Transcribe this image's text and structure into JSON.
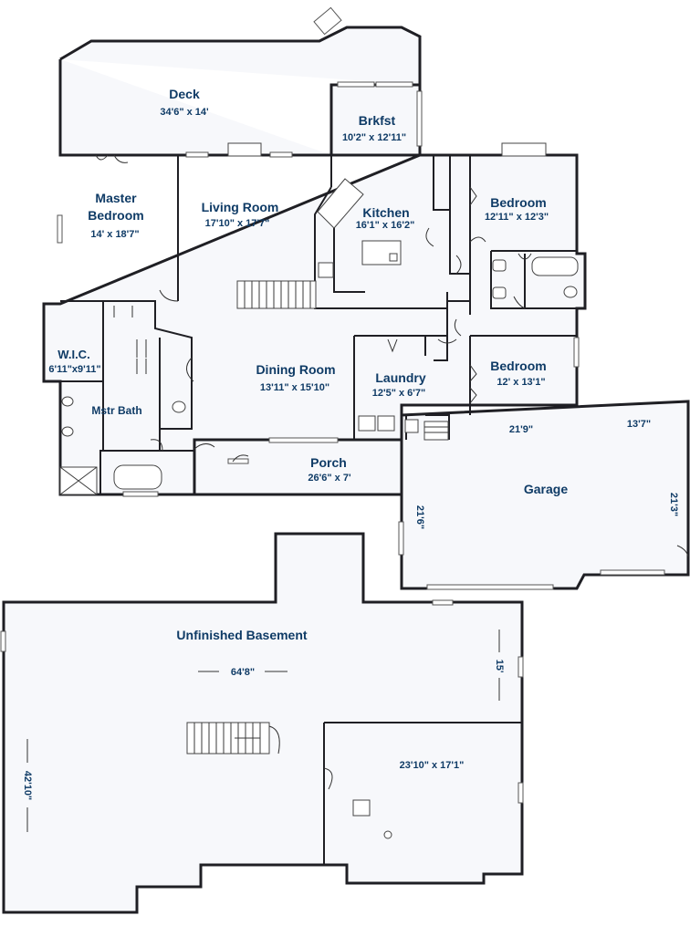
{
  "rooms": {
    "deck": {
      "name": "Deck",
      "dim": "34'6\" x 14'"
    },
    "brkfst": {
      "name": "Brkfst",
      "dim": "10'2\" x 12'11\""
    },
    "master_bedroom": {
      "name_line1": "Master",
      "name_line2": "Bedroom",
      "dim": "14' x 18'7\""
    },
    "living_room": {
      "name": "Living Room",
      "dim": "17'10\" x 17'7\""
    },
    "kitchen": {
      "name": "Kitchen",
      "dim": "16'1\" x 16'2\""
    },
    "bedroom_1": {
      "name": "Bedroom",
      "dim": "12'11\" x 12'3\""
    },
    "wic": {
      "name": "W.I.C.",
      "dim": "6'11\"x9'11\""
    },
    "mstr_bath": {
      "name": "Mstr Bath"
    },
    "dining_room": {
      "name": "Dining Room",
      "dim": "13'11\" x 15'10\""
    },
    "laundry": {
      "name": "Laundry",
      "dim": "12'5\" x 6'7\""
    },
    "bedroom_2": {
      "name": "Bedroom",
      "dim": "12' x 13'1\""
    },
    "porch": {
      "name": "Porch",
      "dim": "26'6\" x 7'"
    },
    "garage": {
      "name": "Garage",
      "dim_top_left": "21'9\"",
      "dim_top_right": "13'7\"",
      "dim_left": "21'6\"",
      "dim_right": "21'3\""
    },
    "basement": {
      "name": "Unfinished Basement",
      "dim_width": "64'8\"",
      "dim_right": "15'",
      "dim_left": "42'10\"",
      "room_dim": "23'10\" x 17'1\""
    }
  }
}
